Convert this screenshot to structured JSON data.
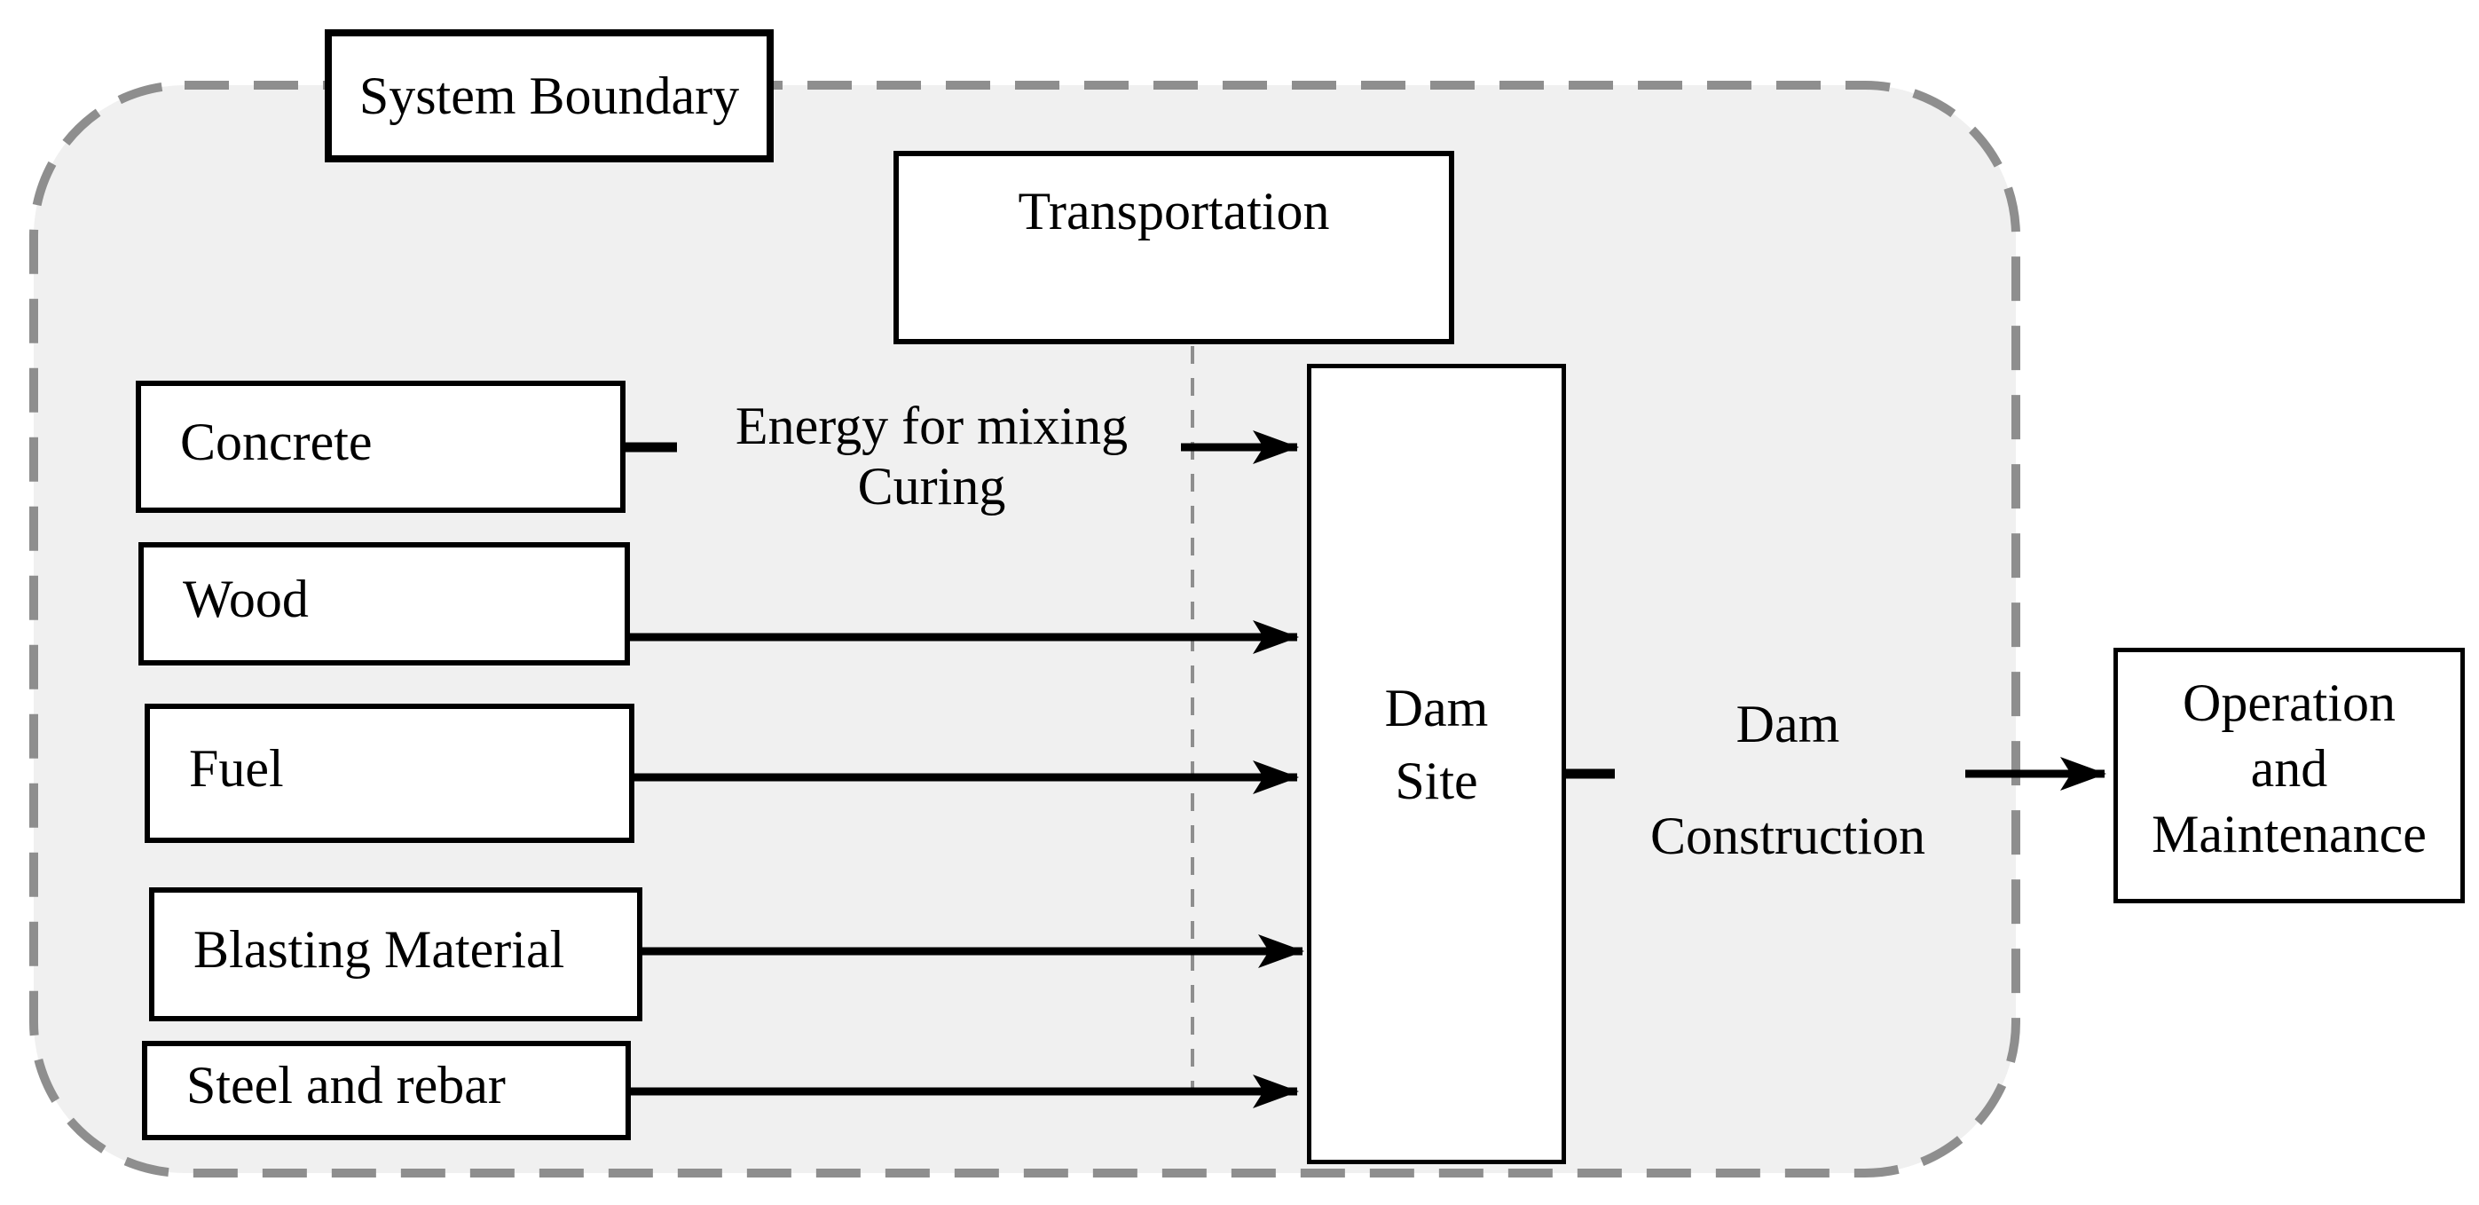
{
  "boundary": {
    "label": "System Boundary"
  },
  "transportation": {
    "label": "Transportation"
  },
  "inputs": [
    {
      "label": "Concrete"
    },
    {
      "label": "Wood"
    },
    {
      "label": "Fuel"
    },
    {
      "label": "Blasting Material"
    },
    {
      "label": "Steel and rebar"
    }
  ],
  "energy_note": {
    "line1": "Energy for mixing",
    "line2": "Curing"
  },
  "dam_site": {
    "line1": "Dam",
    "line2": "Site"
  },
  "dam_construction": {
    "line1": "Dam",
    "line2": "Construction"
  },
  "operation_maintenance": {
    "line1": "Operation",
    "line2": "and",
    "line3": "Maintenance"
  },
  "colors": {
    "boundary_fill": "#f0f0f0",
    "boundary_dash": "#8e8e8e",
    "box_fill": "#ffffff",
    "box_border": "#000000",
    "arrow": "#000000",
    "text": "#000000"
  }
}
